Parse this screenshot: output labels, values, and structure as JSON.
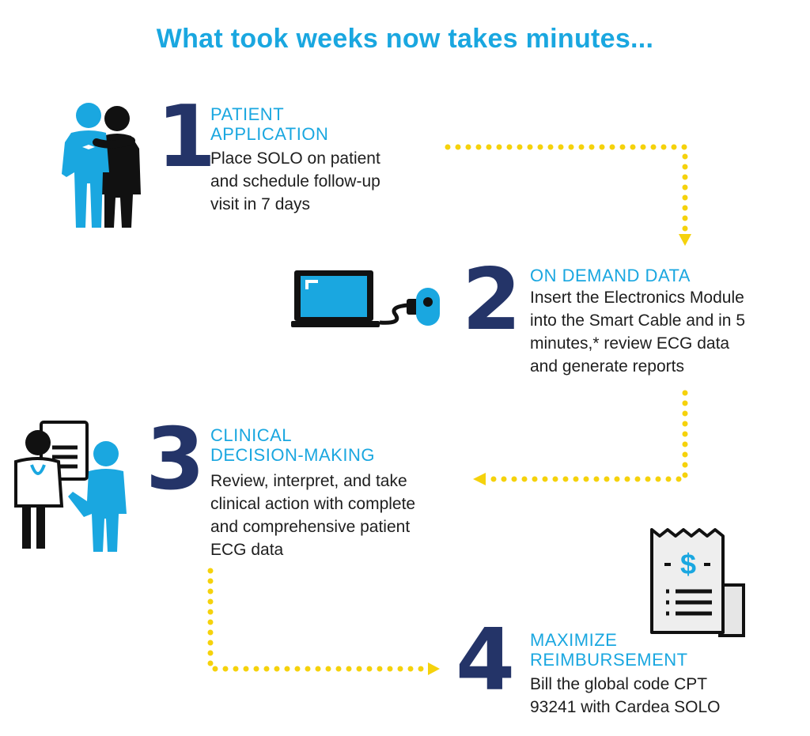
{
  "title": "What took weeks now takes minutes...",
  "colors": {
    "accent": "#1aa7e0",
    "navy": "#243468",
    "dots": "#f5d20c",
    "black": "#111111"
  },
  "steps": [
    {
      "number": "1",
      "heading": "PATIENT\nAPPLICATION",
      "description": "Place SOLO on patient\nand schedule follow-up\nvisit in 7 days",
      "icon": "patient-application-icon"
    },
    {
      "number": "2",
      "heading": "ON DEMAND DATA",
      "description": "Insert the Electronics Module\ninto the Smart Cable and in 5\nminutes,* review ECG data\nand generate reports",
      "icon": "laptop-cable-icon"
    },
    {
      "number": "3",
      "heading": "CLINICAL\nDECISION-MAKING",
      "description": "Review, interpret, and take\nclinical action with complete\nand comprehensive patient\nECG data",
      "icon": "doctor-patient-icon"
    },
    {
      "number": "4",
      "heading": "MAXIMIZE\nREIMBURSEMENT",
      "description": "Bill the global code CPT\n93241 with Cardea SOLO",
      "icon": "receipt-icon"
    }
  ]
}
